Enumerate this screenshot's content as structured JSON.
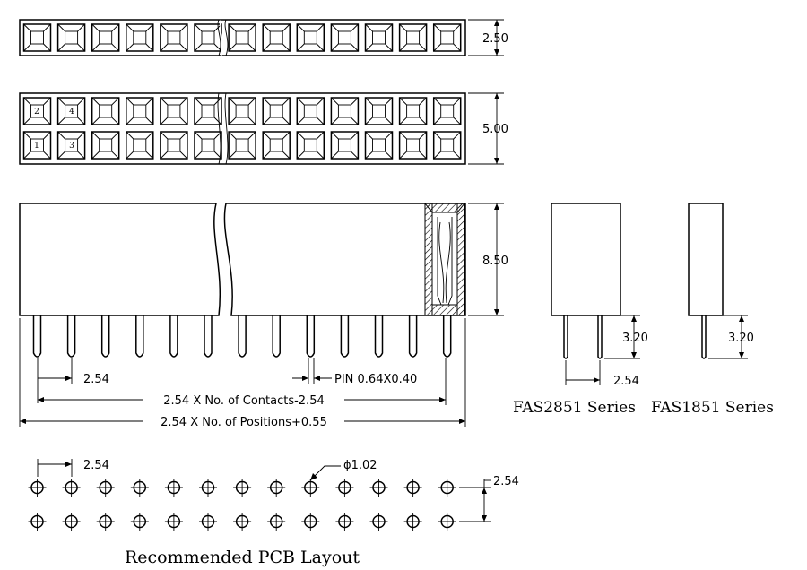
{
  "dimensions": {
    "single_row_height": "2.50",
    "double_row_height": "5.00",
    "body_height": "8.50",
    "pitch": "2.54",
    "pin_size": "PIN 0.64X0.40",
    "contacts_formula": "2.54 X No. of Contacts-2.54",
    "positions_formula": "2.54 X No. of Positions+0.55",
    "tail_length_a": "3.20",
    "tail_length_b": "3.20",
    "side_pitch": "2.54",
    "pcb_pitch_h": "2.54",
    "pcb_pitch_v": "2.54",
    "hole_diameter": "ϕ1.02"
  },
  "pin_numbers": {
    "p1": "1",
    "p2": "2",
    "p3": "3",
    "p4": "4"
  },
  "series": {
    "a": "FAS2851 Series",
    "b": "FAS1851 Series"
  },
  "pcb_title": "Recommended PCB Layout"
}
